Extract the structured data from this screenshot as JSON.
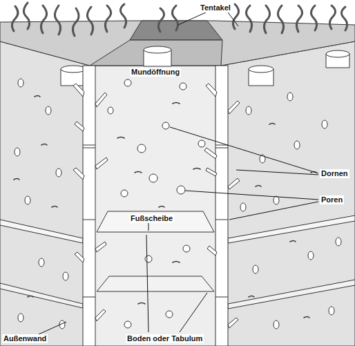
{
  "diagram": {
    "labels": [
      "Tentakel",
      "Mundöffnung",
      "Dornen",
      "Poren",
      "Fußscheibe",
      "Außenwand",
      "Boden oder Tabulum"
    ]
  }
}
